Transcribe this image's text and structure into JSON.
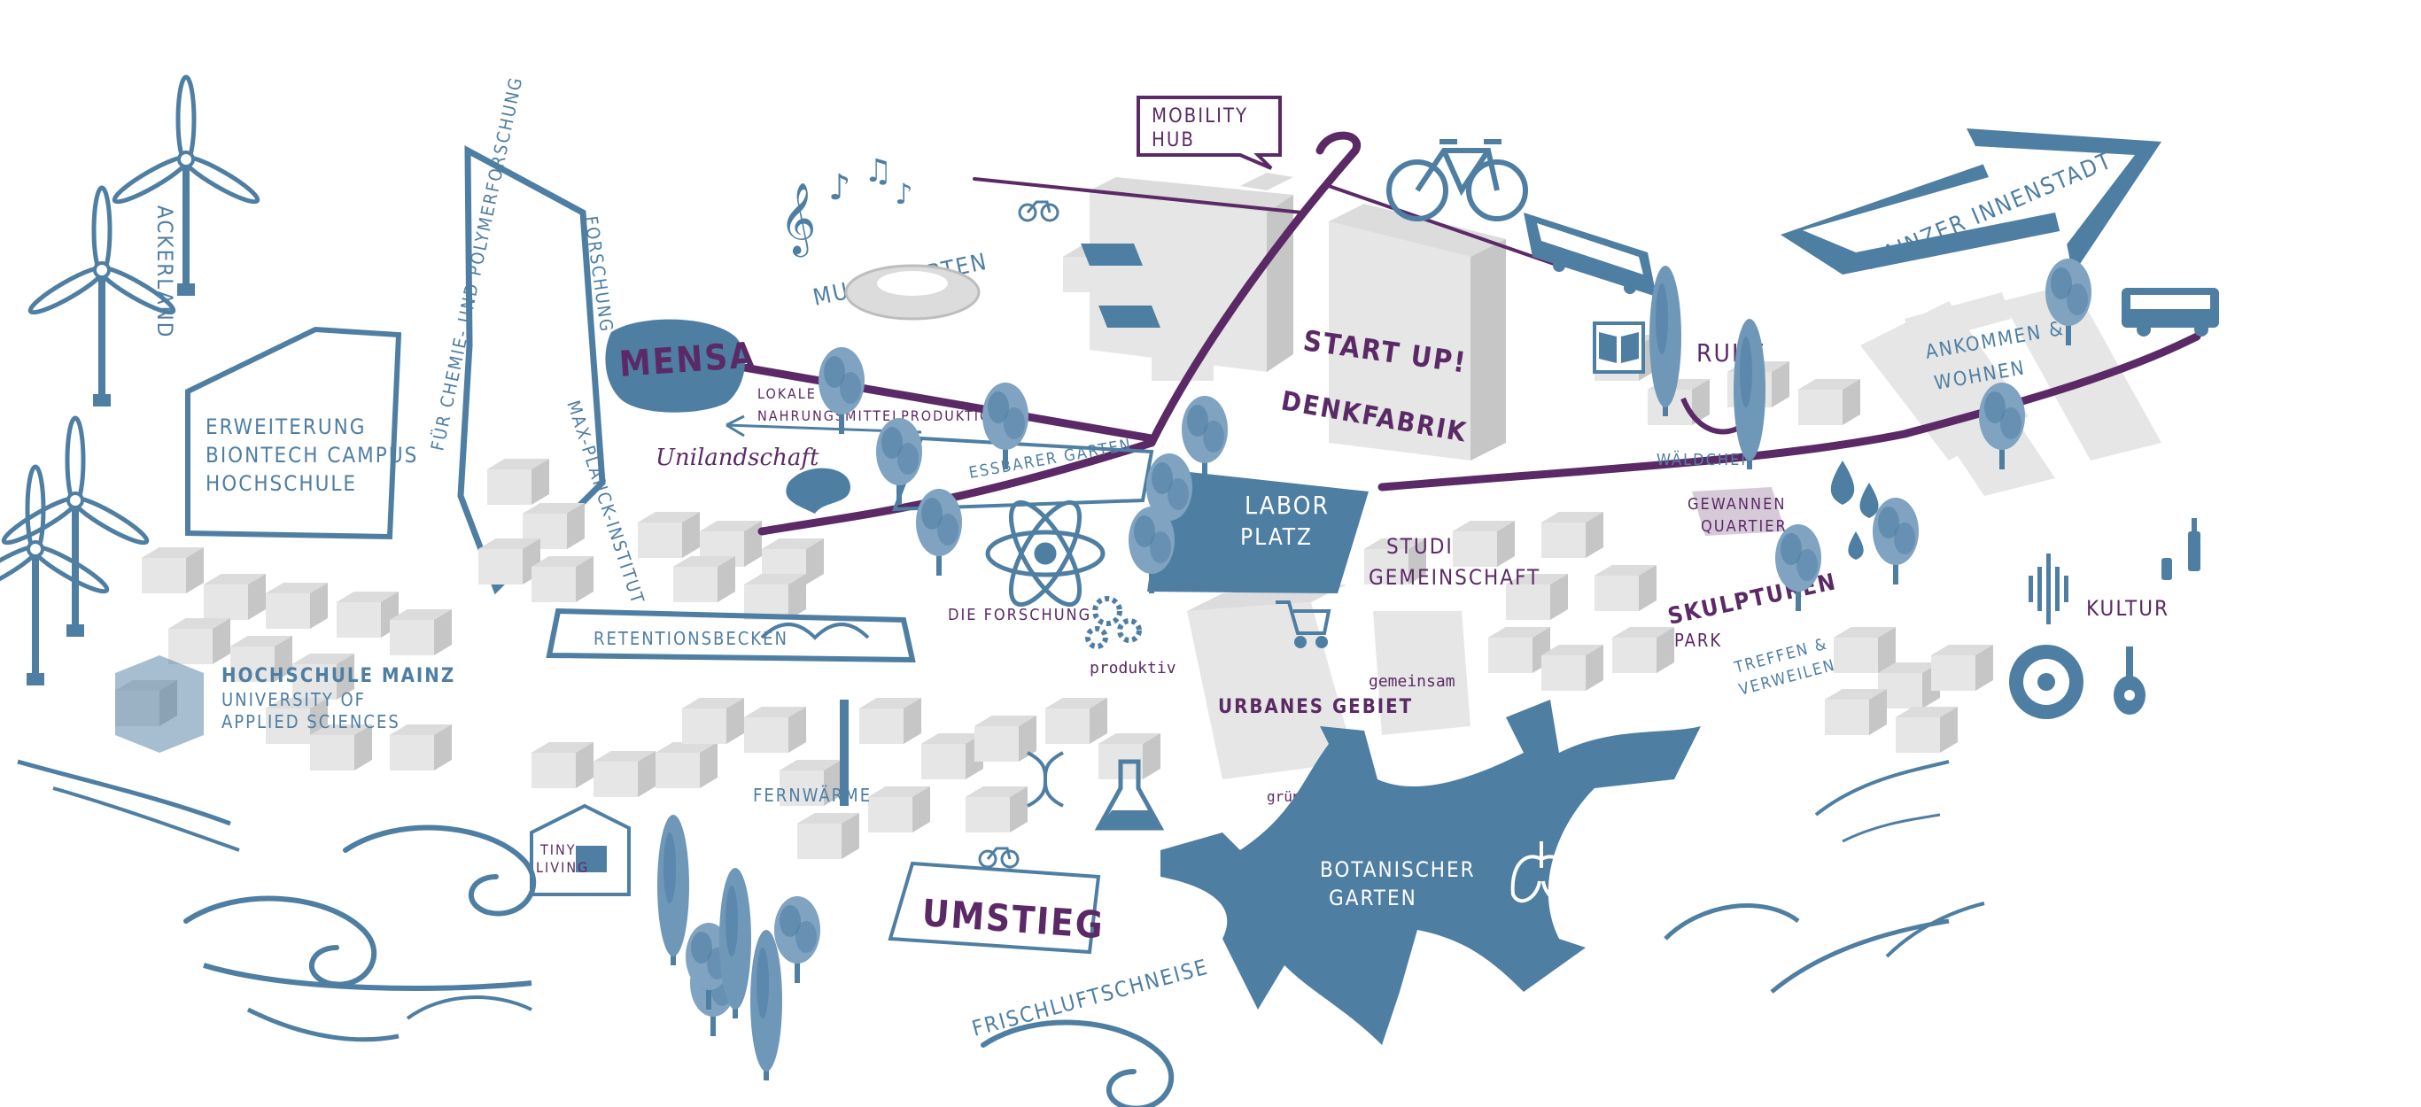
{
  "colors": {
    "accent_blue": "#4f7ea3",
    "accent_purple": "#5b2a66",
    "building": "#dcdcdc",
    "building_shade": "#c4c4c4"
  },
  "labels": {
    "ackerland": "ACKERLAND",
    "erweiterung_1": "ERWEITERUNG",
    "erweiterung_2": "BIONTECH CAMPUS",
    "erweiterung_3": "HOCHSCHULE",
    "polymer": "FÜR CHEMIE- UND POLYMERFORSCHUNG",
    "forschung_top": "FORSCHUNG",
    "max_planck": "MAX-PLANCK-INSTITUT",
    "musik_garten": "MUSIK GARTEN",
    "mobility_1": "MOBILITY",
    "mobility_2": "HUB",
    "mensa": "MENSA",
    "lokale_1": "LOKALE",
    "lokale_2": "NAHRUNGSMITTELPRODUKTION",
    "unilandschaft": "Unilandschaft",
    "essbarer_garten": "ESSBARER GARTEN",
    "start_up": "START UP!",
    "denkfabrik": "DENKFABRIK",
    "labor_1": "LABOR",
    "labor_2": "PLATZ",
    "ruhe": "RUHE",
    "waeldchen": "WÄLDCHEN",
    "mainzer_innenstadt": "MAINZER INNENSTADT",
    "ankommen_1": "ANKOMMEN &",
    "ankommen_2": "WOHNEN",
    "gewannen_1": "GEWANNEN",
    "gewannen_2": "QUARTIER",
    "studi_1": "STUDI",
    "studi_2": "GEMEINSCHAFT",
    "skulpturen": "SKULPTUREN",
    "park": "PARK",
    "treffen_1": "TREFFEN &",
    "treffen_2": "VERWEILEN",
    "kultur": "KULTUR",
    "retentionsbecken": "RETENTIONSBECKEN",
    "die_forschung": "DIE FORSCHUNG",
    "produktiv": "produktiv",
    "urbanes_gebiet": "URBANES GEBIET",
    "gemeinsam": "gemeinsam",
    "gruen": "grün",
    "hochschule_1": "HOCHSCHULE MAINZ",
    "hochschule_2": "UNIVERSITY OF",
    "hochschule_3": "APPLIED SCIENCES",
    "fernwaerme": "FERNWÄRME",
    "tiny_1": "TINY",
    "tiny_2": "LIVING",
    "umstieg": "UMSTIEG",
    "botanischer_1": "BOTANISCHER",
    "botanischer_2": "GARTEN",
    "frischluft": "FRISCHLUFTSCHNEISE"
  },
  "icons": [
    "wind-turbine-icon",
    "bicycle-icon",
    "train-icon",
    "bus-icon",
    "music-note-icon",
    "solar-panel-icon",
    "tree-icon",
    "atom-icon",
    "gear-icon",
    "dna-icon",
    "flask-icon",
    "shopping-cart-icon",
    "lungs-icon",
    "vinyl-record-icon",
    "guitar-icon",
    "bottle-icon",
    "book-icon",
    "water-drop-icon",
    "wind-swirl-icon",
    "tiny-house-icon",
    "sound-wave-icon"
  ]
}
